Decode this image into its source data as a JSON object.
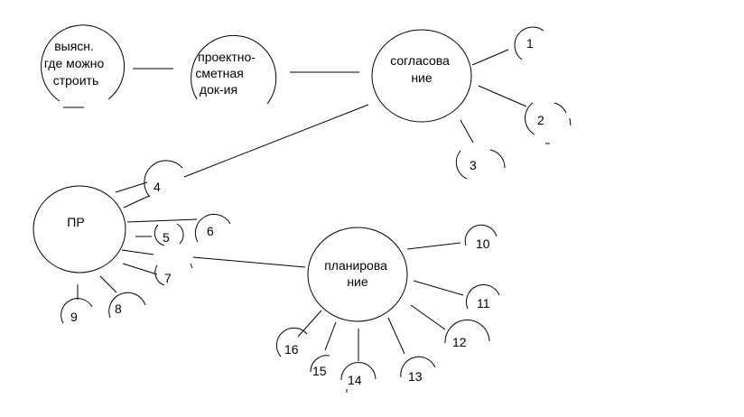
{
  "nodes": {
    "where_to_build": {
      "lines": [
        "выясн.",
        "где можно",
        "строить"
      ]
    },
    "design_docs": {
      "lines": [
        "проектно-",
        "сметная",
        "док-ия"
      ]
    },
    "approval": {
      "lines": [
        "согласова",
        "ние"
      ]
    },
    "pr": {
      "lines": [
        "ПР"
      ]
    },
    "planning": {
      "lines": [
        "планирова",
        "ние"
      ]
    }
  },
  "numbers": {
    "n1": "1",
    "n2": "2",
    "n3": "3",
    "n4": "4",
    "n5": "5",
    "n6": "6",
    "n7": "7",
    "n8": "8",
    "n9": "9",
    "n10": "10",
    "n11": "11",
    "n12": "12",
    "n13": "13",
    "n14": "14",
    "n15": "15",
    "n16": "16"
  }
}
